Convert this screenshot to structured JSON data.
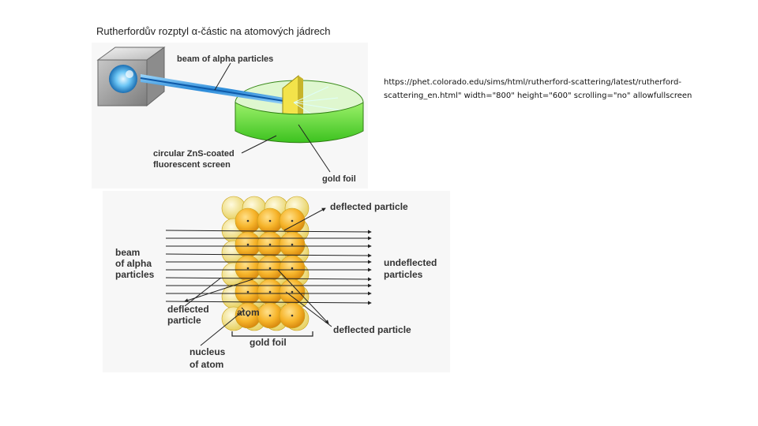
{
  "slide": {
    "title": "Rutherfordův rozptyl α-částic na atomových jádrech",
    "embed_note": "https://phet.colorado.edu/sims/html/rutherford-scattering/latest/rutherford-scattering_en.html\" width=\"800\" height=\"600\" scrolling=\"no\" allowfullscreen"
  },
  "apparatus": {
    "beam_label": "beam of alpha particles",
    "screen_label_line1": "circular ZnS-coated",
    "screen_label_line2": "fluorescent screen",
    "foil_label": "gold foil"
  },
  "scattering": {
    "beam_label_line1": "beam",
    "beam_label_line2": "of alpha",
    "beam_label_line3": "particles",
    "deflected_top": "deflected particle",
    "undeflected_line1": "undeflected",
    "undeflected_line2": "particles",
    "deflected_left_line1": "deflected",
    "deflected_left_line2": "particle",
    "atom_label": "atom",
    "deflected_bottom": "deflected particle",
    "foil_label": "gold foil",
    "nucleus_line1": "nucleus",
    "nucleus_line2": "of atom"
  },
  "colors": {
    "screen_green": "#5ee33a",
    "foil_yellow": "#f3e34a",
    "beam_blue": "#3aa0e6",
    "atom_orange": "#f2a21a",
    "atom_back_yellow": "#f7e68a"
  }
}
